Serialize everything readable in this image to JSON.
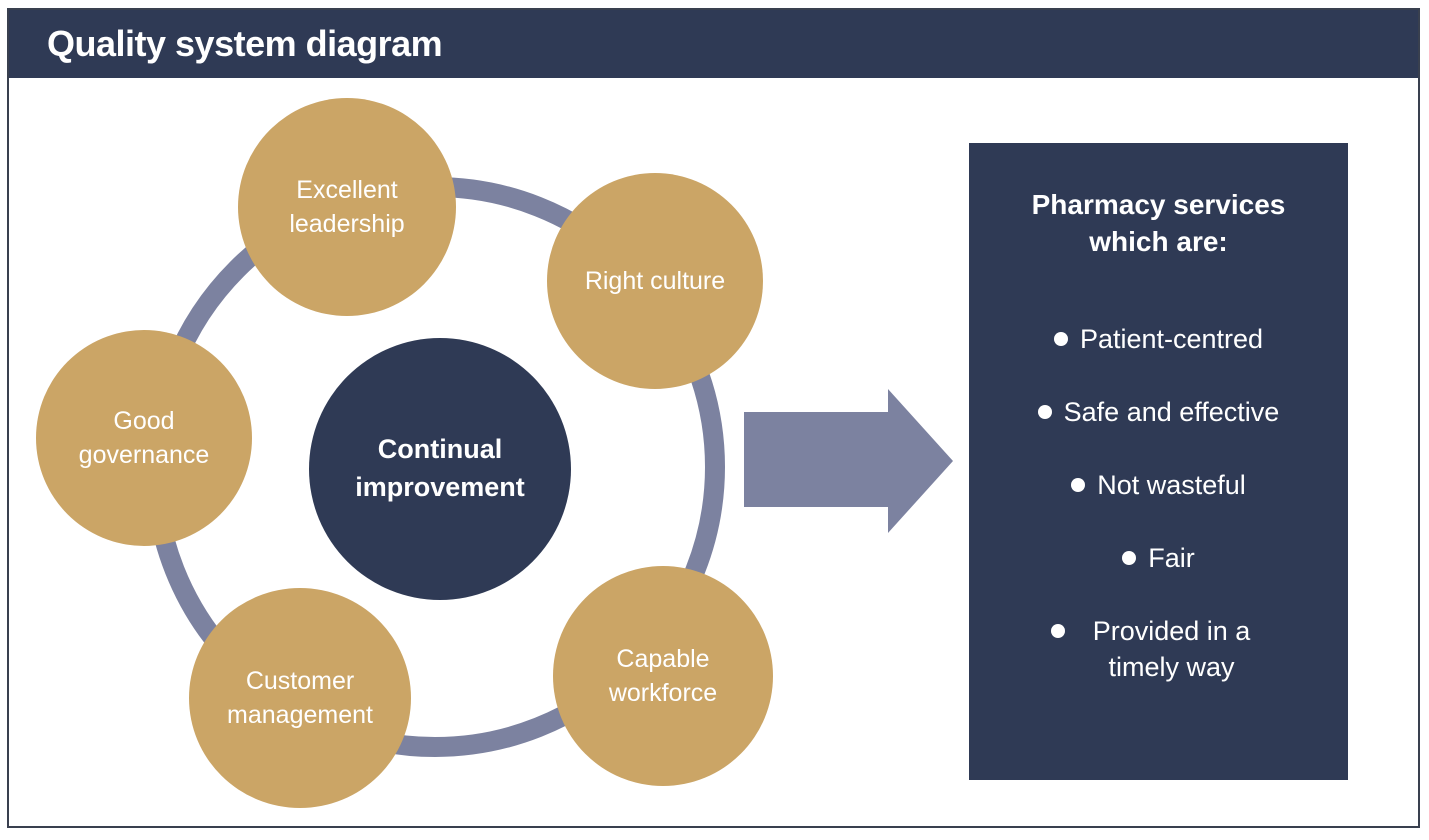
{
  "colors": {
    "navy": "#2F3A55",
    "tan": "#CBA566",
    "slate": "#7C82A0",
    "frame_border": "#39404F",
    "text_light": "#FFFFFF"
  },
  "header": {
    "title": "Quality system diagram"
  },
  "diagram": {
    "center_label": "Continual improvement",
    "nodes": [
      {
        "label": "Excellent leadership"
      },
      {
        "label": "Right culture"
      },
      {
        "label": "Good governance"
      },
      {
        "label": "Customer management"
      },
      {
        "label": "Capable workforce"
      }
    ]
  },
  "panel": {
    "heading": "Pharmacy services which are:",
    "bullets": [
      "Patient-centred",
      "Safe and effective",
      "Not wasteful",
      "Fair",
      "Provided in a timely way"
    ]
  }
}
